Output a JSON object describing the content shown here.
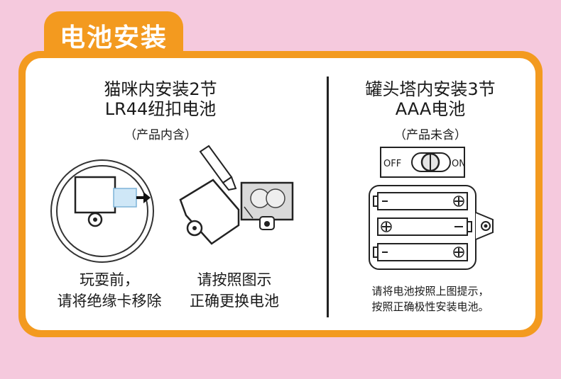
{
  "header": {
    "title": "电池安装"
  },
  "left": {
    "heading_line1": "猫咪内安装2节",
    "heading_line2": "LR44纽扣电池",
    "note": "（产品内含）",
    "caption_a_line1": "玩耍前，",
    "caption_a_line2": "请将绝缘卡移除",
    "caption_b_line1": "请按照图示",
    "caption_b_line2": "正确更换电池"
  },
  "right": {
    "heading_line1": "罐头塔内安装3节",
    "heading_line2": "AAA电池",
    "note": "（产品未含）",
    "switch_off": "OFF",
    "switch_on": "ON",
    "caption_line1": "请将电池按照上图提示，",
    "caption_line2": "按照正确极性安装电池。"
  },
  "colors": {
    "background": "#f5c9dd",
    "accent": "#f39a1f",
    "panel": "#ffffff",
    "ink": "#222222"
  }
}
